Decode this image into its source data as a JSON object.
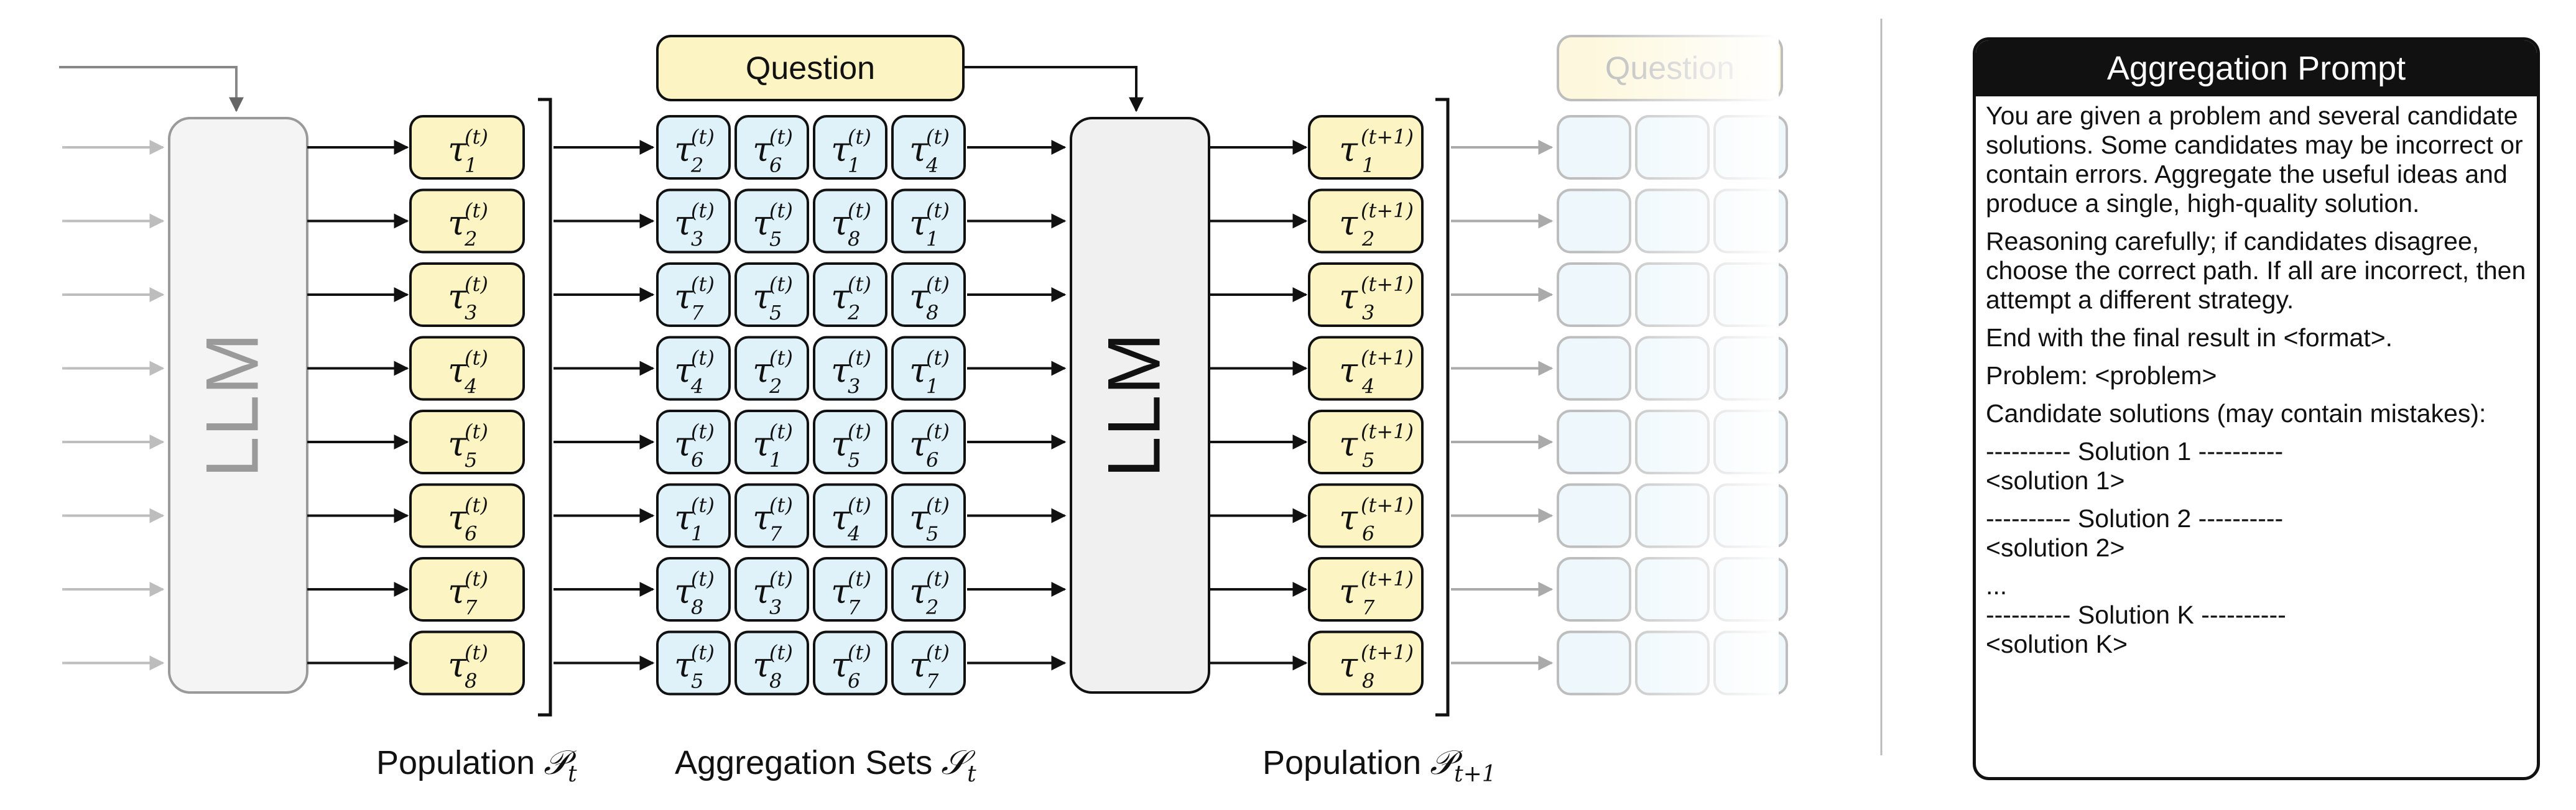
{
  "diagram": {
    "question_label": "Question",
    "llm_label": "LLM",
    "labels": {
      "population_t_text": "Population",
      "population_t_math": "𝒫",
      "population_t_sub": "t",
      "aggregation_text": "Aggregation Sets",
      "aggregation_math": "𝒮",
      "aggregation_sub": "t",
      "population_t1_text": "Population",
      "population_t1_math": "𝒫",
      "population_t1_sub": "t+1"
    },
    "tau_symbol": "τ",
    "superscript_t": "(t)",
    "superscript_t1": "(t+1)",
    "population_t": [
      "1",
      "2",
      "3",
      "4",
      "5",
      "6",
      "7",
      "8"
    ],
    "aggregation_sets": [
      [
        "2",
        "6",
        "1",
        "4"
      ],
      [
        "3",
        "5",
        "8",
        "1"
      ],
      [
        "7",
        "5",
        "2",
        "8"
      ],
      [
        "4",
        "2",
        "3",
        "1"
      ],
      [
        "6",
        "1",
        "5",
        "6"
      ],
      [
        "1",
        "7",
        "4",
        "5"
      ],
      [
        "8",
        "3",
        "7",
        "2"
      ],
      [
        "5",
        "8",
        "6",
        "7"
      ]
    ],
    "population_t1": [
      "1",
      "2",
      "3",
      "4",
      "5",
      "6",
      "7",
      "8"
    ],
    "colors": {
      "yellow_fill": "#fcf4c2",
      "blue_fill": "#dff2fa",
      "llm_fill": "#f0f0f0",
      "stroke": "#111111"
    }
  },
  "prompt": {
    "title": "Aggregation Prompt",
    "paragraph1": "You are given a problem and several candidate solutions. Some candidates may be incorrect or contain errors. Aggregate the useful ideas and produce a single, high-quality solution.",
    "paragraph2": "Reasoning carefully; if candidates disagree, choose the correct path. If all are incorrect, then attempt a different strategy.",
    "paragraph3": "End with the final result in <format>.",
    "paragraph4": "Problem: <problem>",
    "paragraph5": "Candidate solutions (may contain mistakes):",
    "sol1_header": "---------- Solution 1 ----------",
    "sol1": "<solution 1>",
    "sol2_header": "---------- Solution 2 ----------",
    "sol2": "<solution 2>",
    "ellipsis": "...",
    "solk_header": "---------- Solution K ----------",
    "solk": "<solution K>"
  }
}
